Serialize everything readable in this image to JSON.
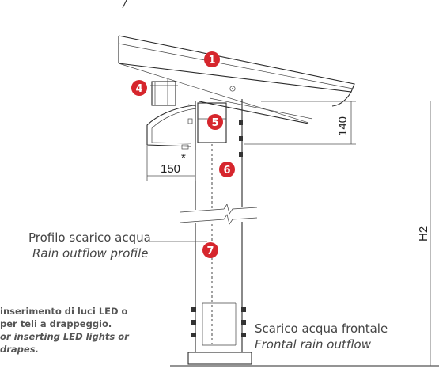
{
  "badges": [
    "1",
    "4",
    "5",
    "6",
    "7"
  ],
  "dimensions": {
    "horizontal": "150",
    "vertical": "140",
    "height": "H2",
    "asterisk": "*"
  },
  "profile_callout": {
    "it": "Profilo scarico acqua",
    "en": "Rain outflow profile"
  },
  "front_callout": {
    "it": "Scarico acqua frontale",
    "en": "Frontal rain outflow"
  },
  "led_note": {
    "it_1": "inserimento di luci LED o",
    "it_2": "per teli a drappeggio.",
    "en_1": "or inserting LED lights or",
    "en_2": "drapes."
  },
  "colors": {
    "badge": "#d6262d",
    "line": "#2a2a2a"
  }
}
